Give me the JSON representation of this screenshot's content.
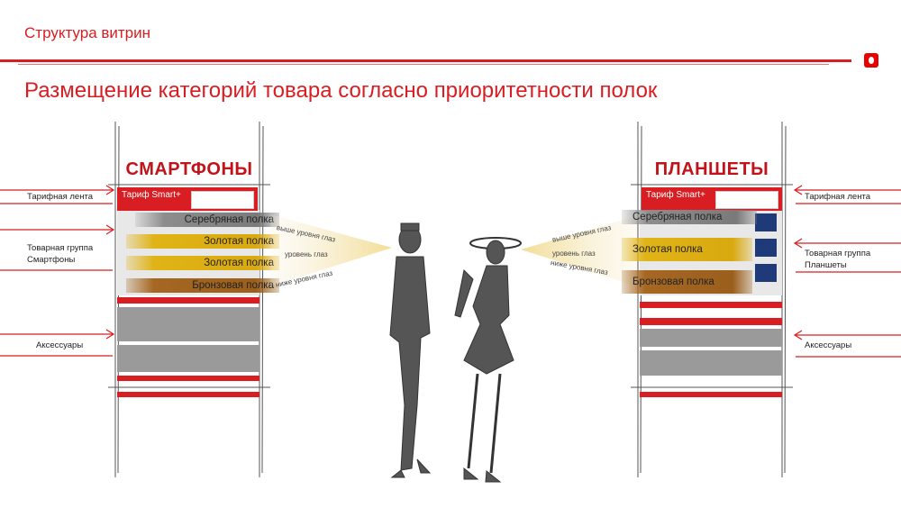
{
  "header": {
    "title": "Структура витрин"
  },
  "page": {
    "title": "Размещение категорий товара согласно приоритетности полок"
  },
  "left": {
    "cabinet_title": "СМАРТФОНЫ",
    "banner": "Тариф Smart+",
    "labels": {
      "tariff": "Тарифная лента",
      "group_line1": "Товарная группа",
      "group_line2": "Смартфоны",
      "accessories": "Аксессуары"
    },
    "shelves": [
      "Серебряная полка",
      "Золотая полка",
      "Золотая полка",
      "Бронзовая полка"
    ],
    "gaze": [
      "выше уровня глаз",
      "уровень глаз",
      "ниже уровня глаз"
    ]
  },
  "right": {
    "cabinet_title": "ПЛАНШЕТЫ",
    "banner": "Тариф Smart+",
    "labels": {
      "tariff": "Тарифная лента",
      "group_line1": "Товарная группа",
      "group_line2": "Планшеты",
      "accessories": "Аксессуары"
    },
    "shelves": [
      "Серебряная полка",
      "Золотая полка",
      "Бронзовая полка"
    ],
    "gaze": [
      "выше уровня глаз",
      "уровень глаз",
      "ниже уровня глаз"
    ]
  },
  "colors": {
    "brand_red": "#d81e22",
    "silver": "#8d8d8d",
    "gold": "#e0b417",
    "bronze": "#a56722"
  }
}
